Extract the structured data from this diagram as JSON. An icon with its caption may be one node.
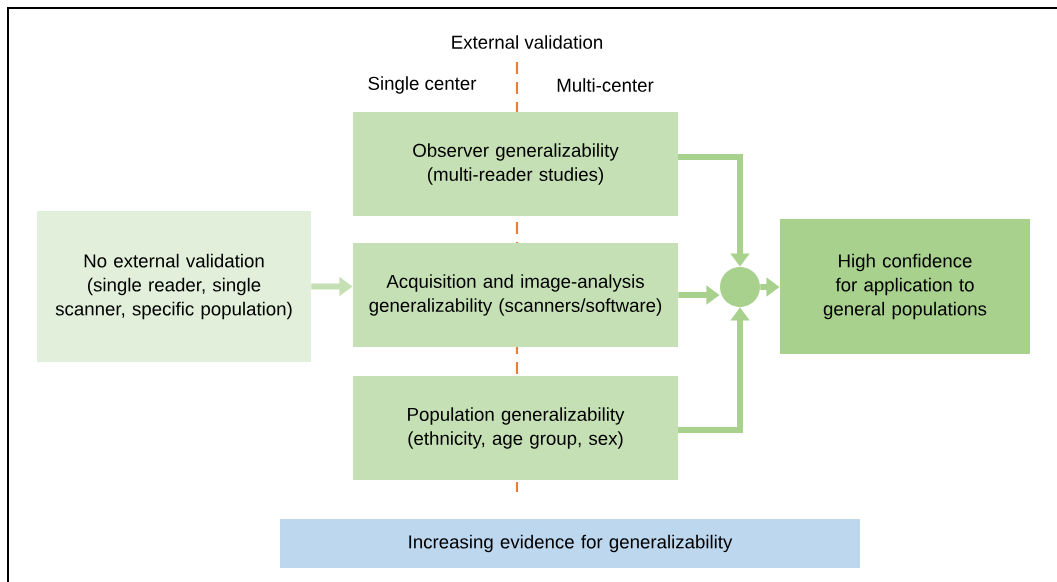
{
  "diagram": {
    "nodes": [
      {
        "text": [
          "No external validation (single reader, single scanner, specific population)"
        ]
      },
      {
        "text": [
          "Observer generalizability (multi-reader studies)"
        ]
      },
      {
        "text": [
          "Acquisition and image-analysis generalizability (scanners/software)"
        ]
      },
      {
        "text": [
          "Population generalizability (ethnicity, age group, sex)"
        ]
      },
      {
        "text": [],
        "shape": "circle"
      },
      {
        "text": [
          "High confidence for application to general populations"
        ]
      },
      {
        "text": [
          "Increasing evidence for generalizability"
        ]
      }
    ],
    "edges": [
      {
        "from": 0,
        "to": 2,
        "arrow": "to",
        "color": "#c5e0b4"
      },
      {
        "from": 1,
        "to": 4,
        "arrow": "to"
      },
      {
        "from": 2,
        "to": 4,
        "arrow": "to"
      },
      {
        "from": 3,
        "to": 4,
        "arrow": "to"
      },
      {
        "from": 4,
        "to": 5,
        "arrow": "to"
      }
    ],
    "labels": [
      "External validation",
      "Single center",
      "Multi-center"
    ]
  }
}
